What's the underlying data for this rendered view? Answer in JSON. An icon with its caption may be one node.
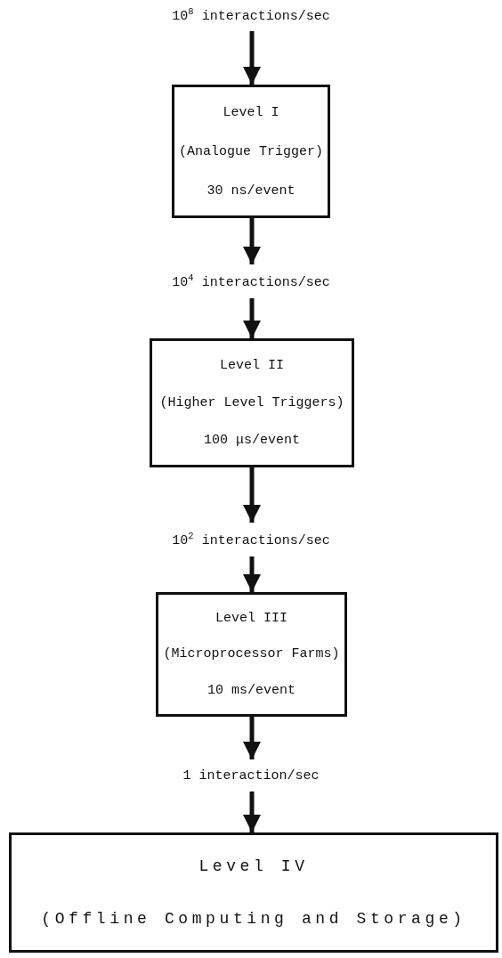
{
  "diagram": {
    "nodes": [
      {
        "text": [
          "10$^{8}$ interactions/sec"
        ]
      },
      {
        "text": [
          "Level I",
          "(Analogue Trigger)",
          "30 ns/event"
        ]
      },
      {
        "text": [
          "10$^{4}$ interactions/sec"
        ]
      },
      {
        "text": [
          "Level II",
          "(Higher Level Triggers)",
          "100 μs/event"
        ]
      },
      {
        "text": [
          "10$^{2}$ interactions/sec"
        ]
      },
      {
        "text": [
          "Level III",
          "(Microprocessor Farms)",
          "10 ms/event"
        ]
      },
      {
        "text": [
          "1 interaction/sec"
        ]
      },
      {
        "text": [
          "Level IV",
          "(Offline Computing and Storage)"
        ]
      }
    ],
    "edges": [
      {
        "from": 0,
        "to": 1,
        "arrow": "to"
      },
      {
        "from": 1,
        "to": 2,
        "arrow": "to"
      },
      {
        "from": 2,
        "to": 3,
        "arrow": "to"
      },
      {
        "from": 3,
        "to": 4,
        "arrow": "to"
      },
      {
        "from": 4,
        "to": 5,
        "arrow": "to"
      },
      {
        "from": 5,
        "to": 6,
        "arrow": "to"
      },
      {
        "from": 6,
        "to": 7,
        "arrow": "to"
      }
    ]
  }
}
